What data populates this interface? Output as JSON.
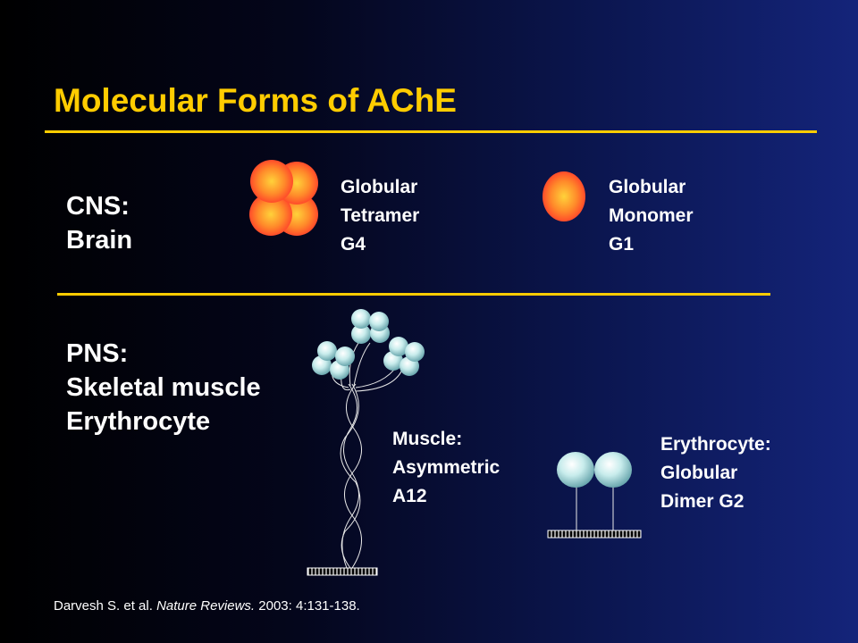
{
  "slide": {
    "title": "Molecular Forms of AChE"
  },
  "cns": {
    "line1": "CNS:",
    "line2": "Brain"
  },
  "pns": {
    "line1": "PNS:",
    "line2": "Skeletal muscle",
    "line3": "Erythrocyte"
  },
  "forms": {
    "g4": {
      "line1": "Globular",
      "line2": "Tetramer",
      "line3": "G4"
    },
    "g1": {
      "line1": "Globular",
      "line2": "Monomer",
      "line3": "G1"
    },
    "a12": {
      "line1": "Muscle:",
      "line2": "Asymmetric",
      "line3": "A12"
    },
    "g2": {
      "line1": "Erythrocyte:",
      "line2": "Globular",
      "line3": "Dimer G2"
    }
  },
  "citation": {
    "authors": "Darvesh S. et al.",
    "journal": "Nature Reviews.",
    "details": "2003: 4:131-138."
  },
  "colors": {
    "title": "#ffcc00",
    "rule": "#ffcc00",
    "text": "#ffffff",
    "subunit_brain": "#ff6633",
    "subunit_peripheral": "#9fd3d3"
  }
}
